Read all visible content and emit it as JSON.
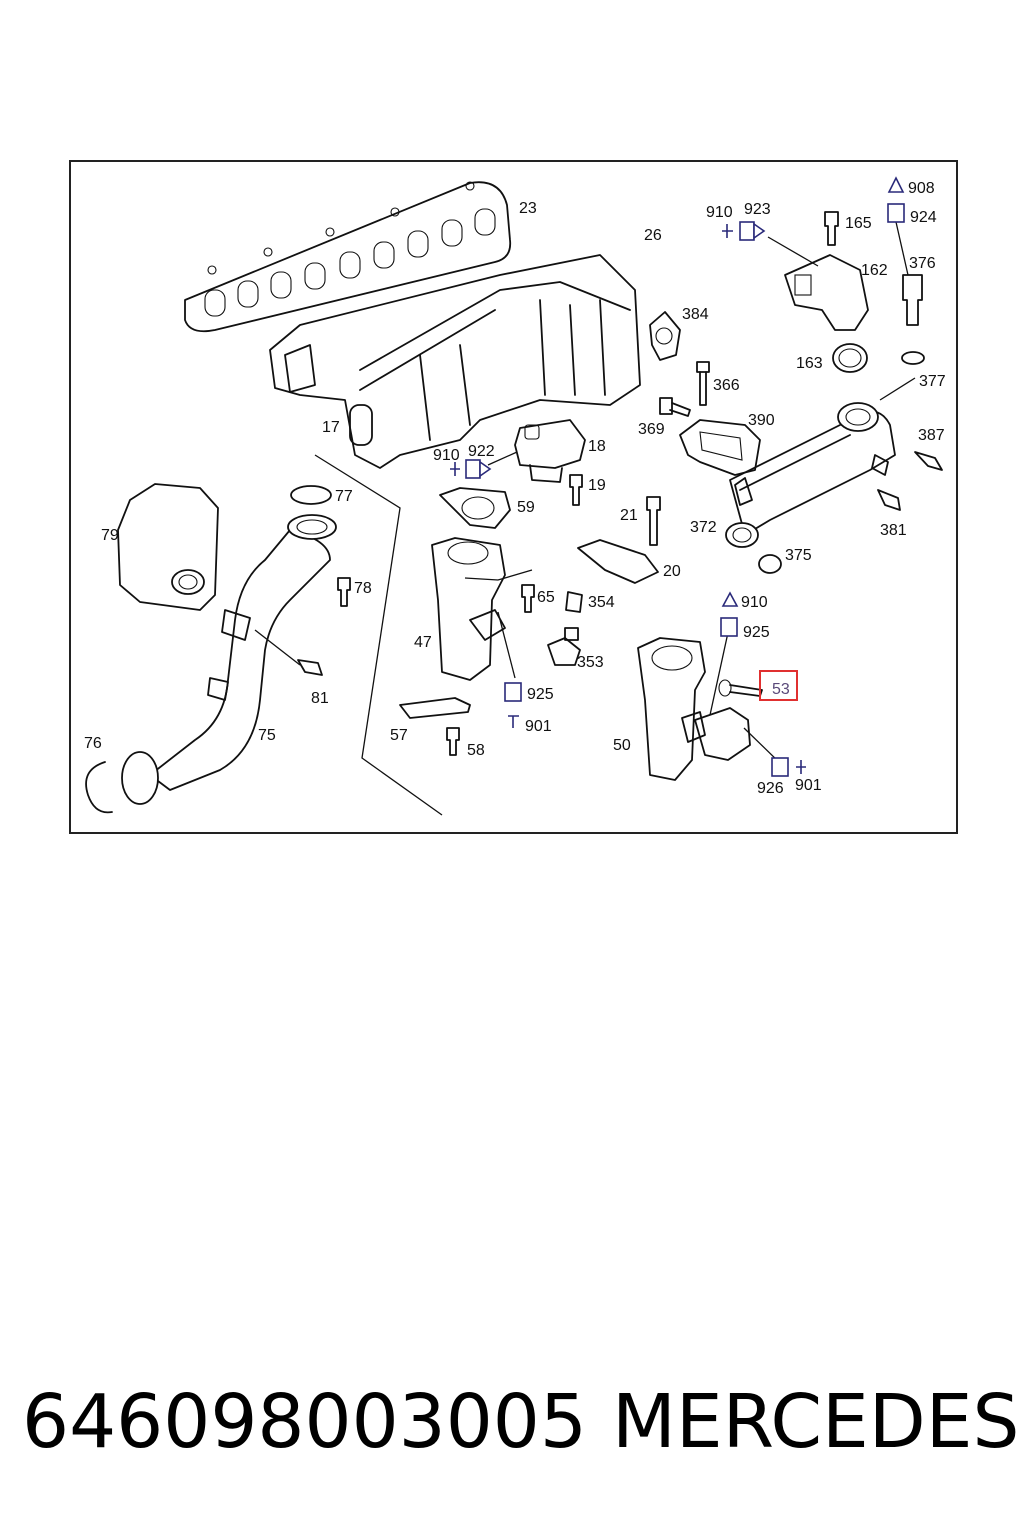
{
  "part_number": "646098003005",
  "brand": "MERCEDES",
  "highlighted_callout": "53",
  "highlight_color": "#e03030",
  "callouts": {
    "c23": "23",
    "c26": "26",
    "c17": "17",
    "c384": "384",
    "c366": "366",
    "c390": "390",
    "c369": "369",
    "c910a": "910",
    "c922": "922",
    "c18": "18",
    "c19": "19",
    "c59": "59",
    "c77": "77",
    "c79": "79",
    "c21": "21",
    "c20": "20",
    "c372": "372",
    "c381": "381",
    "c375": "375",
    "c387": "387",
    "c377": "377",
    "c163": "163",
    "c162": "162",
    "c165": "165",
    "c910b": "910",
    "c923": "923",
    "c908": "908",
    "c924": "924",
    "c376": "376",
    "c78": "78",
    "c65": "65",
    "c354": "354",
    "c47": "47",
    "c353": "353",
    "c910c": "910",
    "c925a": "925",
    "c925b": "925",
    "c901a": "901",
    "c53": "53",
    "c81": "81",
    "c57": "57",
    "c58": "58",
    "c50": "50",
    "c926": "926",
    "c901b": "901",
    "c76": "76",
    "c75": "75"
  }
}
